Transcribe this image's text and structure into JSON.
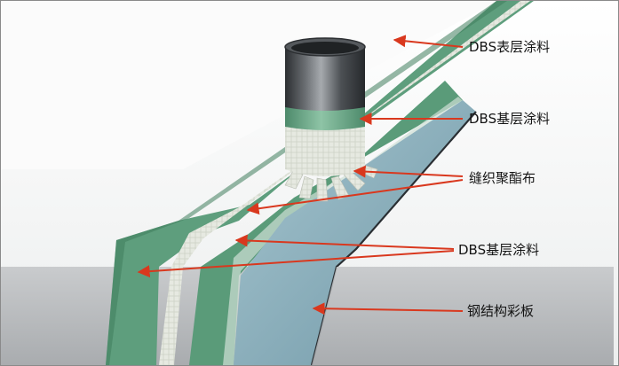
{
  "labels": {
    "top_coating": "DBS表层涂料",
    "base_coating_upper": "DBS基层涂料",
    "fabric": "缝织聚酯布",
    "base_coating_lower": "DBS基层涂料",
    "steel_sheet": "钢结构彩板"
  },
  "colors": {
    "green_coating": "#5e9e7d",
    "green_dark": "#3f7d5c",
    "fabric": "#e7eae2",
    "steel_blue": "#8fb3c0",
    "arrow_red": "#d9381e",
    "pipe_dark": "#3a3d40"
  }
}
